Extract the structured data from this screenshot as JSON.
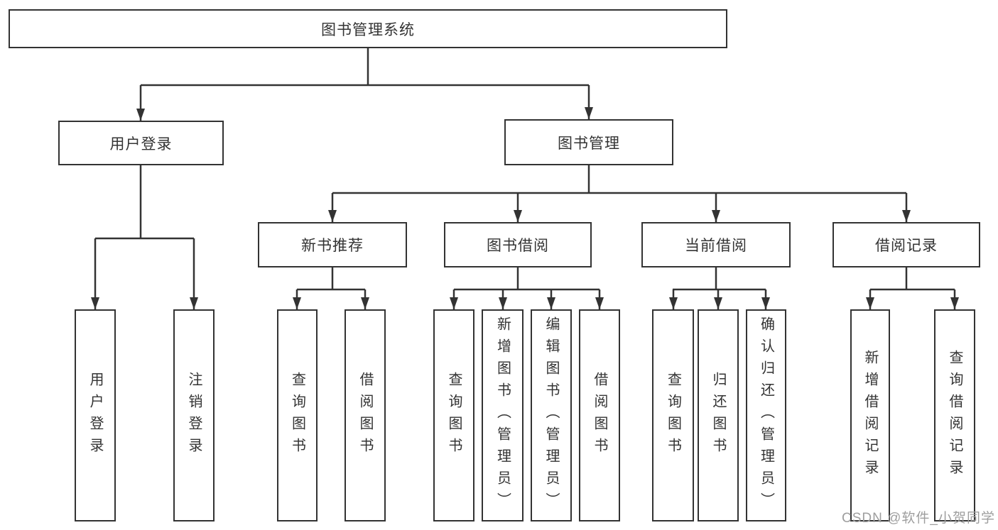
{
  "diagram": {
    "title": "图书管理系统",
    "level2": {
      "user_login": "用户登录",
      "book_mgmt": "图书管理"
    },
    "level3": {
      "new_book_rec": "新书推荐",
      "book_borrow": "图书借阅",
      "current_borrow": "当前借阅",
      "borrow_records": "借阅记录"
    },
    "leaves": {
      "user_login": "用户登录",
      "logout": "注销登录",
      "query_book_rec": "查询图书",
      "borrow_book_rec": "借阅图书",
      "query_book_borrow": "查询图书",
      "add_book_admin": "新增图书（管理员）",
      "edit_book_admin": "编辑图书（管理员）",
      "borrow_book": "借阅图书",
      "query_book_current": "查询图书",
      "return_book": "归还图书",
      "confirm_return_admin": "确认归还（管理员）",
      "add_borrow_record": "新增借阅记录",
      "query_borrow_record": "查询借阅记录"
    }
  },
  "watermark": "CSDN @软件_小贺同学",
  "colors": {
    "line": "#333333",
    "box_border": "#333333",
    "text": "#333333",
    "watermark": "#9e9e9e",
    "background": "#ffffff"
  }
}
